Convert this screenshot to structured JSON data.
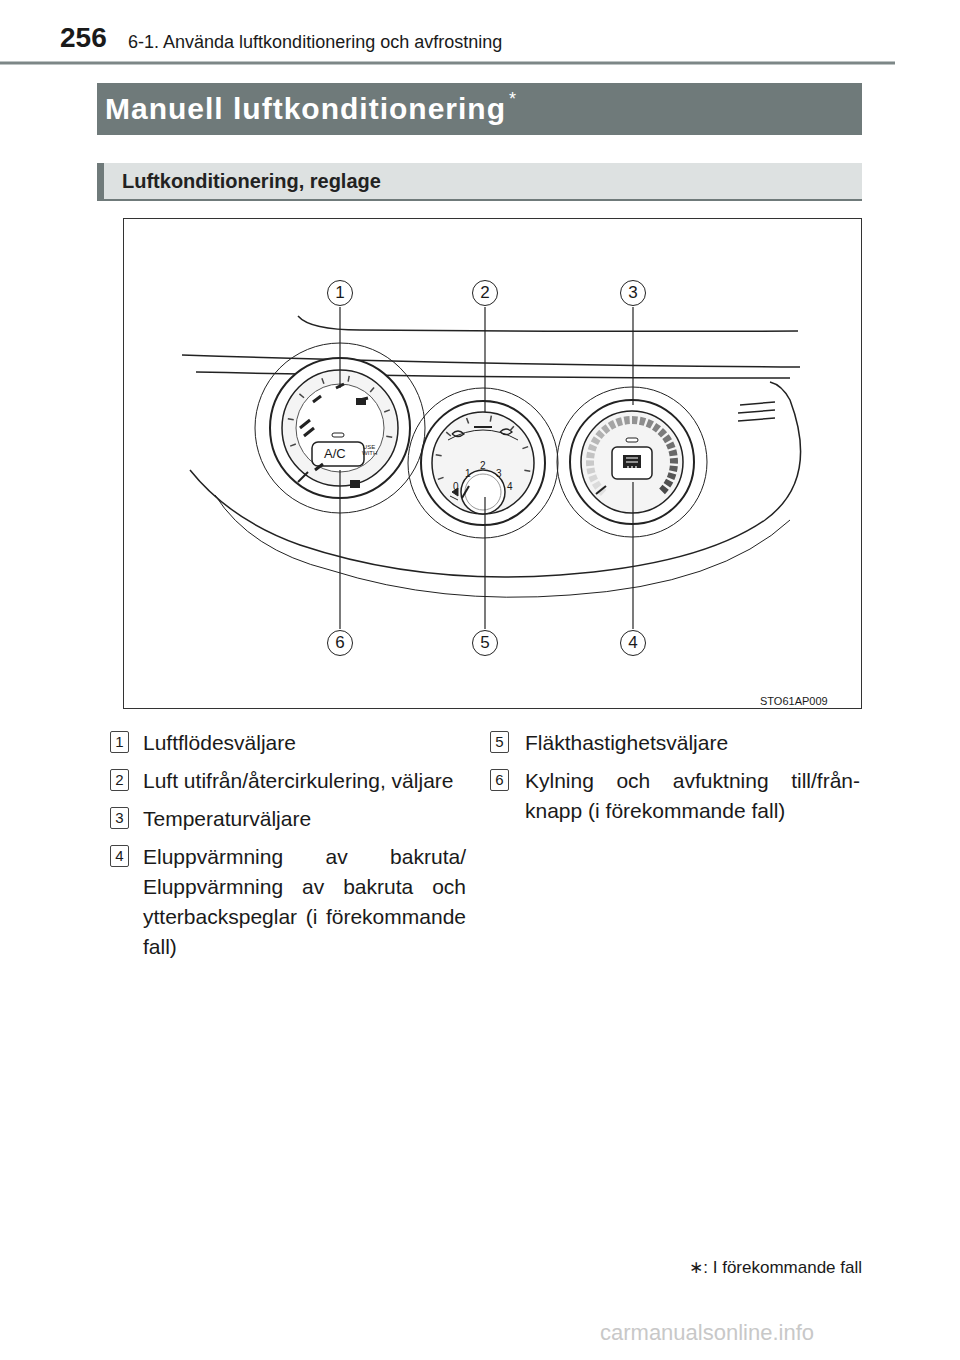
{
  "diagram": {
    "nodes": [
      {
        "text": [
          "Manuell luftkonditionering",
          "*"
        ]
      },
      {
        "text": [
          "Luftkonditionering, reglage"
        ]
      }
    ],
    "labels": [
      "256",
      "6-1. Använda luftkonditionering och avfrostning",
      "1",
      "2",
      "3",
      "6",
      "5",
      "4",
      "A/C",
      "USE WITH",
      "0",
      "1",
      "2",
      "3",
      "4",
      "STO61AP009",
      "1",
      "Luftflödesväljare",
      "2",
      "Luft utifrån/återcirkulering, väljare",
      "3",
      "Temperaturväljare",
      "4",
      "Eluppvärmning av bakruta/ Eluppvärmning av bakruta och ytterbackspeglar (i förekommande fall)",
      "5",
      "Fläkthastighetsväljare",
      "6",
      "Kylning och avfuktning till/från-knapp (i förekommande fall)",
      "∗: I förekommande fall",
      "carmanualsonline.info"
    ]
  }
}
